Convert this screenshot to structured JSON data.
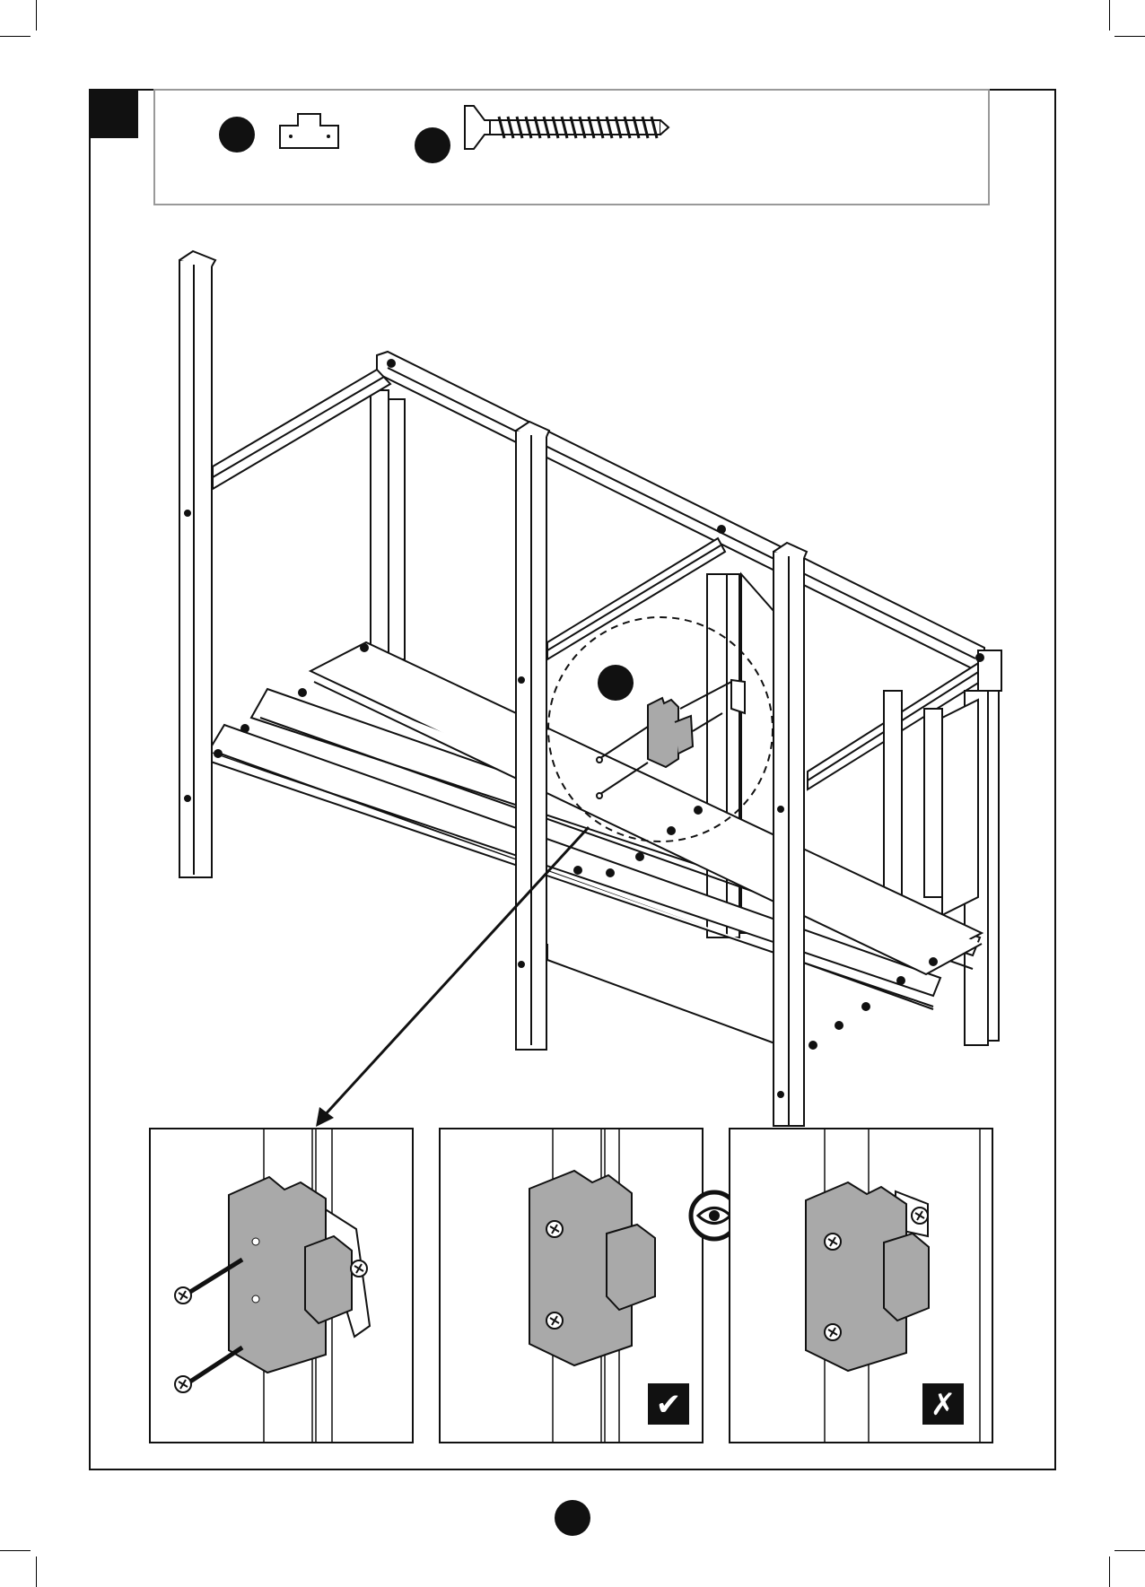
{
  "step": {
    "number": "",
    "parts": [
      {
        "callout": "",
        "part": "bracket"
      },
      {
        "callout": "",
        "part": "screw"
      }
    ]
  },
  "detail_callout": "",
  "panels": [
    {
      "id": "install",
      "label": ""
    },
    {
      "id": "correct",
      "badge": "✔"
    },
    {
      "id": "incorrect",
      "badge": "✗"
    }
  ],
  "icons": [
    "magnifier-eye-icon",
    "check-icon",
    "cross-icon"
  ],
  "page_number": "",
  "colors": {
    "ink": "#111111",
    "part_fill": "#a9a9a9",
    "frame_gray": "#888888"
  }
}
